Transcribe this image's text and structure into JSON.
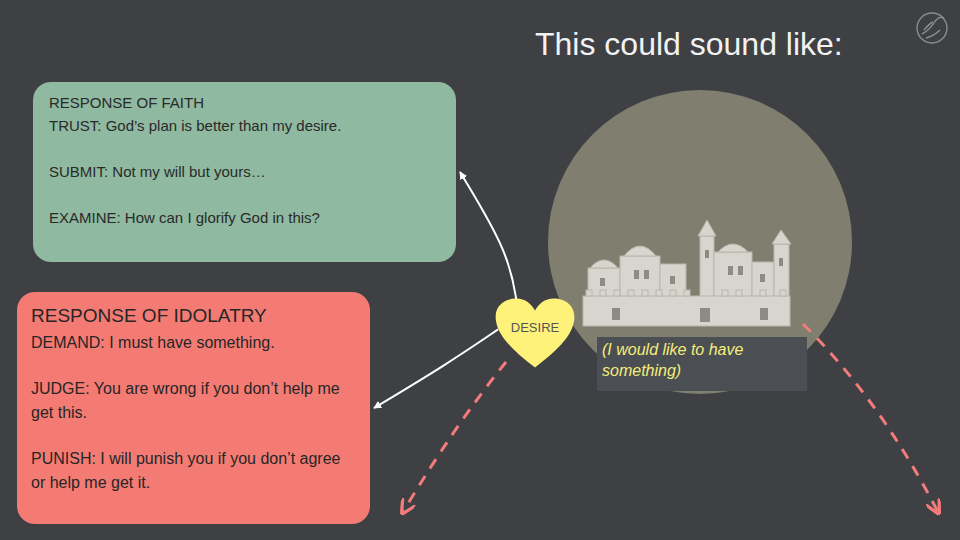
{
  "diagram": {
    "title": "This could sound like:",
    "nodes": [
      {
        "text": [
          "RESPONSE OF FAITH",
          "TRUST: God’s plan is better than my desire.",
          "SUBMIT: Not my will but yours…",
          "EXAMINE: How can I glorify God in this?"
        ]
      },
      {
        "text": [
          "DESIRE"
        ]
      },
      {
        "text": [
          "(I would like to have something)"
        ]
      },
      {
        "text": [
          "RESPONSE OF IDOLATRY",
          "DEMAND: I must have something.",
          "JUDGE: You are wrong if you don’t help me get this.",
          "PUNISH: I will punish you if you don’t agree or help me get it."
        ]
      }
    ],
    "edges": [
      {
        "from": 1,
        "to": 0,
        "arrow": "to"
      },
      {
        "from": 1,
        "to": 3,
        "arrow": "to"
      }
    ]
  }
}
